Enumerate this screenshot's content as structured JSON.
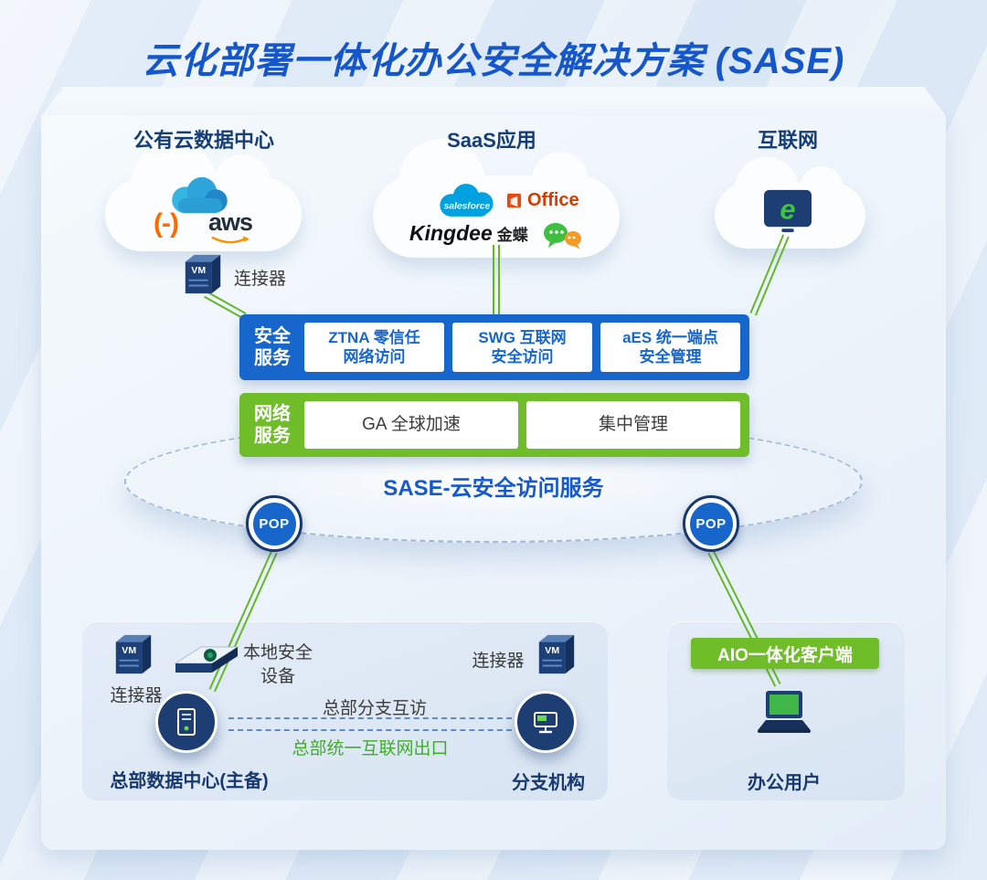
{
  "title": "云化部署一体化办公安全解决方案 (SASE)",
  "headers": {
    "public_cloud": "公有云数据中心",
    "saas": "SaaS应用",
    "internet": "互联网"
  },
  "logos": {
    "alicloud": "(-)",
    "aws": "aws",
    "salesforce": "salesforce",
    "office": "Office",
    "kingdee_en": "Kingdee",
    "kingdee_cn": "金蝶",
    "ie": "e"
  },
  "vm_label": "VM",
  "connector_top": "连接器",
  "security_bar": {
    "label": "安全\n服务",
    "items": [
      "ZTNA 零信任\n网络访问",
      "SWG 互联网\n安全访问",
      "aES 统一端点\n安全管理"
    ]
  },
  "network_bar": {
    "label": "网络\n服务",
    "items": [
      "GA 全球加速",
      "集中管理"
    ]
  },
  "sase_label": "SASE-云安全访问服务",
  "pop_label": "POP",
  "hq_area": {
    "connector_left": "连接器",
    "local_device": "本地安全\n设备",
    "connector_right": "连接器",
    "link_label": "总部分支互访",
    "internet_exit_label": "总部统一互联网出口",
    "hq_label": "总部数据中心(主备)",
    "branch_label": "分支机构"
  },
  "client_area": {
    "aio_button": "AIO一体化客户端",
    "user_label": "办公用户"
  },
  "colors": {
    "title_blue": "#1557cb",
    "bar_blue": "#1766cb",
    "green": "#6fbd28",
    "navy": "#17396e",
    "orange": "#ff6a00"
  }
}
